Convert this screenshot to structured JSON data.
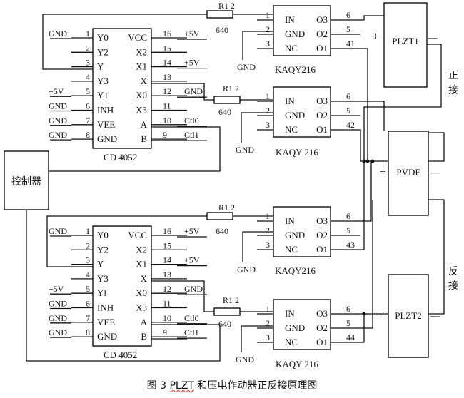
{
  "caption": {
    "prefix": "图 3",
    "plzt": "PLZT",
    "rest": " 和压电作动器正反接原理图"
  },
  "controller": {
    "label": "控制器"
  },
  "side_labels": {
    "forward_1": "正",
    "forward_2": "接",
    "reverse_1": "反",
    "reverse_2": "接"
  },
  "mux_top": {
    "name": "CD 4052",
    "left_pins": [
      {
        "num": "1",
        "name": "Y0"
      },
      {
        "num": "2",
        "name": "Y2"
      },
      {
        "num": "3",
        "name": "Y"
      },
      {
        "num": "4",
        "name": "Y3"
      },
      {
        "num": "5",
        "name": "Y1"
      },
      {
        "num": "6",
        "name": "INH"
      },
      {
        "num": "7",
        "name": "VEE"
      },
      {
        "num": "8",
        "name": "GND"
      }
    ],
    "right_pins": [
      {
        "num": "16",
        "name": "VCC"
      },
      {
        "num": "15",
        "name": "X2"
      },
      {
        "num": "14",
        "name": "X1"
      },
      {
        "num": "13",
        "name": "X"
      },
      {
        "num": "12",
        "name": "X0"
      },
      {
        "num": "11",
        "name": "X3"
      },
      {
        "num": "10",
        "name": "A"
      },
      {
        "num": "9",
        "name": "B"
      }
    ],
    "left_ext": [
      "GND",
      "",
      "",
      "",
      "+5V",
      "GND",
      "GND",
      "GND"
    ],
    "right_ext": [
      "+5V",
      "",
      "+5V",
      "",
      "GND",
      "",
      "Ctl0",
      "Ctl1"
    ]
  },
  "mux_bottom": {
    "name": "CD 4052",
    "left_pins": [
      {
        "num": "1",
        "name": "Y0"
      },
      {
        "num": "2",
        "name": "Y2"
      },
      {
        "num": "3",
        "name": "Y"
      },
      {
        "num": "4",
        "name": "Y3"
      },
      {
        "num": "5",
        "name": "Yl"
      },
      {
        "num": "6",
        "name": "INH"
      },
      {
        "num": "7",
        "name": "VEE"
      },
      {
        "num": "8",
        "name": "GND"
      }
    ],
    "right_pins": [
      {
        "num": "16",
        "name": "VCC"
      },
      {
        "num": "15",
        "name": "X2"
      },
      {
        "num": "14",
        "name": "X1"
      },
      {
        "num": "13",
        "name": "X"
      },
      {
        "num": "12",
        "name": "X0"
      },
      {
        "num": "11",
        "name": "X3"
      },
      {
        "num": "10",
        "name": "A"
      },
      {
        "num": "9",
        "name": "B"
      }
    ],
    "left_ext": [
      "GND",
      "",
      "",
      "",
      "+5V",
      "GND",
      "GND",
      "GND"
    ],
    "right_ext": [
      "+5V",
      "",
      "+5V",
      "",
      "GND",
      "",
      "Ctl0",
      "Ctl1"
    ]
  },
  "relays": [
    {
      "name": "KAQY216",
      "resistor": "R1 2",
      "ohms": "640",
      "pins_left": [
        {
          "num": "1",
          "name": "IN"
        },
        {
          "num": "2",
          "name": "GND"
        },
        {
          "num": "3",
          "name": "NC"
        }
      ],
      "pins_right": [
        {
          "num": "6",
          "name": "O3"
        },
        {
          "num": "5",
          "name": "O2"
        },
        {
          "num": "41",
          "name": "O1"
        }
      ],
      "gnd": "GND"
    },
    {
      "name": "KAQY 216",
      "resistor": "R1 2",
      "ohms": "640",
      "pins_left": [
        {
          "num": "1",
          "name": "IN"
        },
        {
          "num": "2",
          "name": "GND"
        },
        {
          "num": "3",
          "name": "NC"
        }
      ],
      "pins_right": [
        {
          "num": "6",
          "name": "O3"
        },
        {
          "num": "5",
          "name": "O2"
        },
        {
          "num": "42",
          "name": "O1"
        }
      ],
      "gnd": "GND"
    },
    {
      "name": "KAQY216",
      "resistor": "R1 2",
      "ohms": "640",
      "pins_left": [
        {
          "num": "1",
          "name": "IN"
        },
        {
          "num": "2",
          "name": "GND"
        },
        {
          "num": "3",
          "name": "NC"
        }
      ],
      "pins_right": [
        {
          "num": "6",
          "name": "O3"
        },
        {
          "num": "5",
          "name": "O2"
        },
        {
          "num": "43",
          "name": "O1"
        }
      ],
      "gnd": "GND"
    },
    {
      "name": "KAQY 216",
      "resistor": "R1 2",
      "ohms": "640",
      "pins_left": [
        {
          "num": "1",
          "name": "IN"
        },
        {
          "num": "2",
          "name": "GND"
        },
        {
          "num": "3",
          "name": "NC"
        }
      ],
      "pins_right": [
        {
          "num": "6",
          "name": "O3"
        },
        {
          "num": "5",
          "name": "O2"
        },
        {
          "num": "44",
          "name": "O1"
        }
      ],
      "gnd": "GND"
    }
  ],
  "actuators": [
    {
      "name": "PLZT1",
      "plus": "+",
      "minus": "—"
    },
    {
      "name": "PVDF",
      "plus": "+",
      "minus": "—"
    },
    {
      "name": "PLZT2",
      "plus": "+",
      "minus": "—"
    }
  ]
}
